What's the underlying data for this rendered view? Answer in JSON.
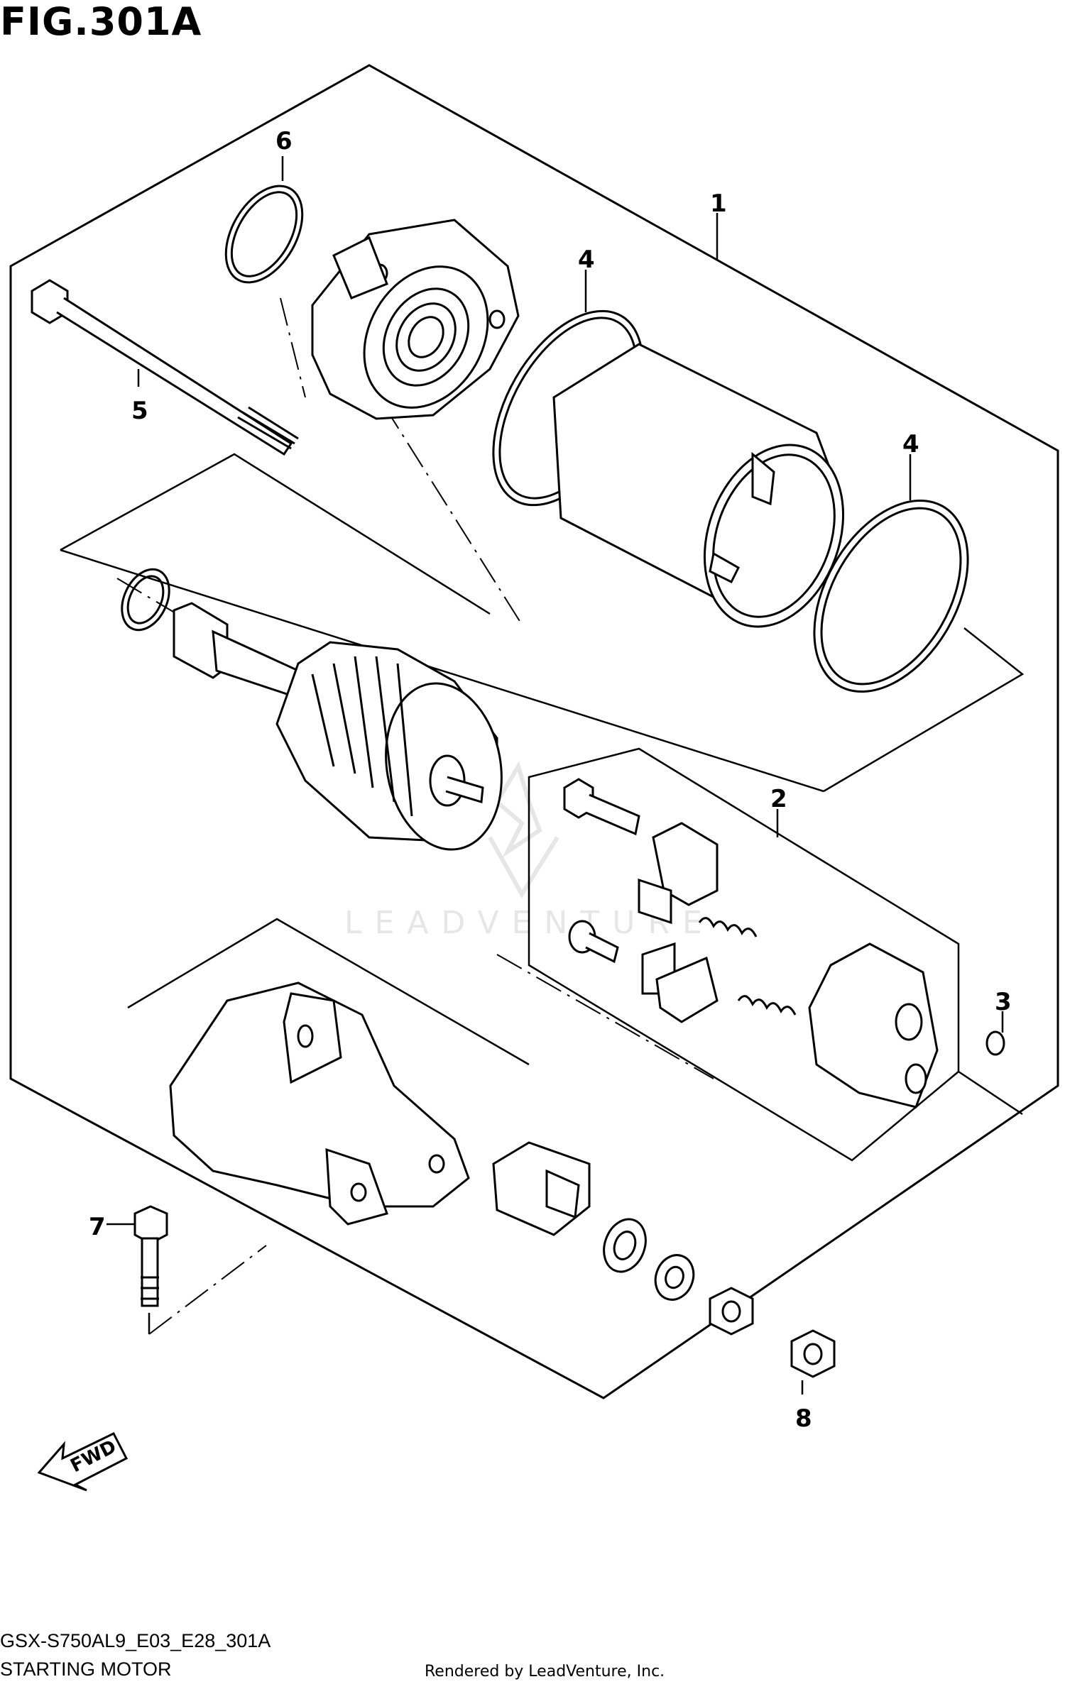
{
  "figure": {
    "title": "FIG.301A",
    "model_code": "GSX-S750AL9_E03_E28_301A",
    "name": "STARTING MOTOR"
  },
  "footer": {
    "credit": "Rendered by LeadVenture, Inc."
  },
  "watermark": {
    "brand": "LEADVENTURE"
  },
  "direction": {
    "label": "FWD"
  },
  "callouts": [
    {
      "id": "callout-1",
      "label": "1"
    },
    {
      "id": "callout-2",
      "label": "2"
    },
    {
      "id": "callout-3",
      "label": "3"
    },
    {
      "id": "callout-4a",
      "label": "4"
    },
    {
      "id": "callout-4b",
      "label": "4"
    },
    {
      "id": "callout-5",
      "label": "5"
    },
    {
      "id": "callout-6",
      "label": "6"
    },
    {
      "id": "callout-7",
      "label": "7"
    },
    {
      "id": "callout-8",
      "label": "8"
    }
  ],
  "colors": {
    "line": "#000000",
    "watermark": "#e6e6e6"
  }
}
